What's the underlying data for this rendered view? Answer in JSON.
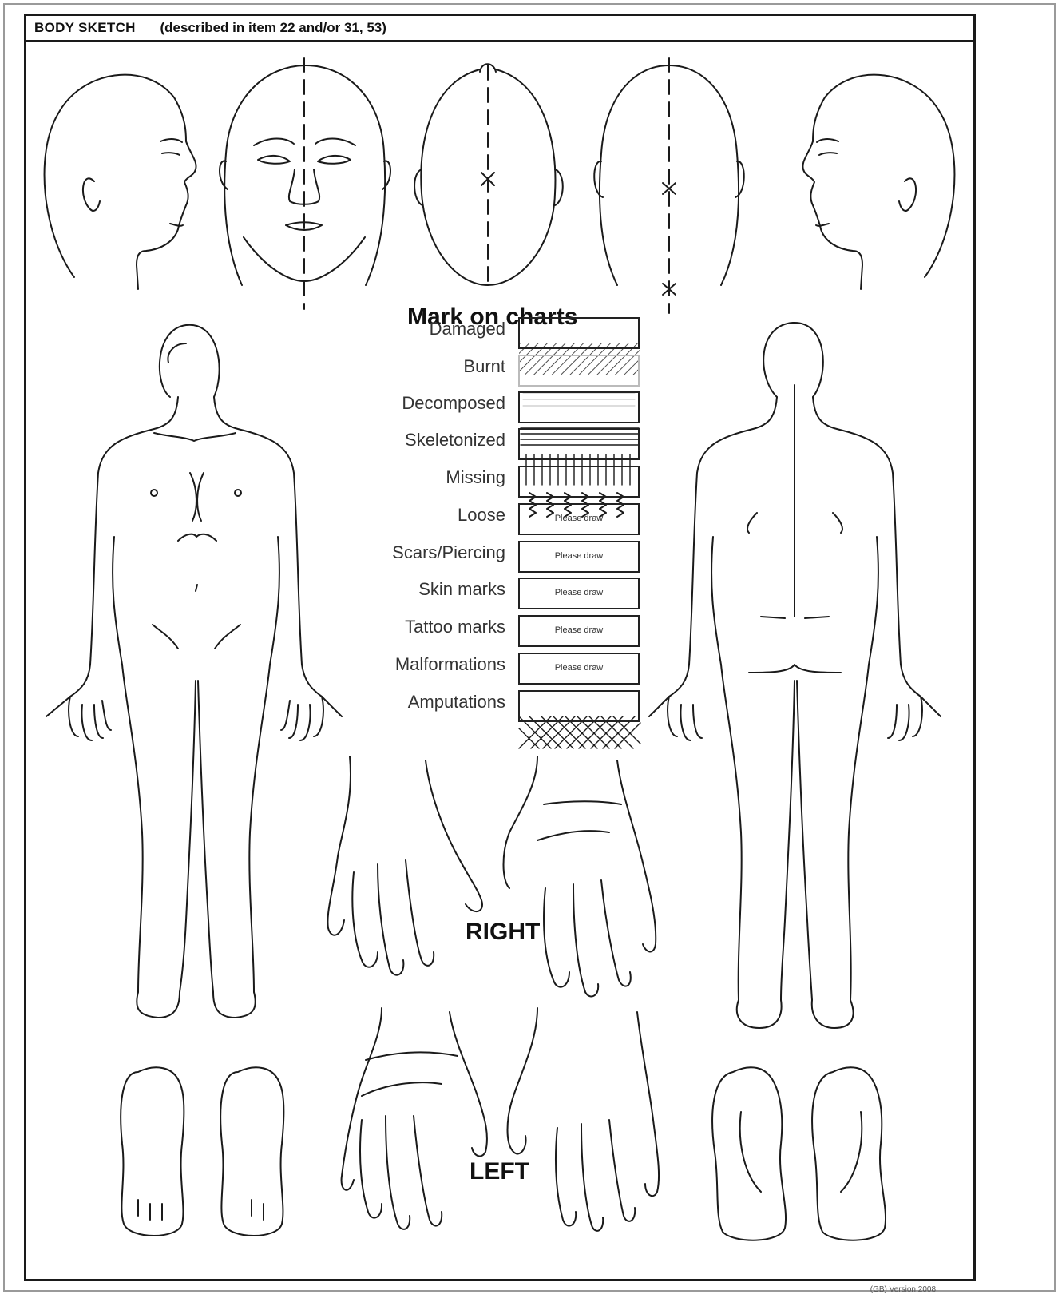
{
  "header": {
    "title": "BODY SKETCH",
    "subtitle": "(described in item 22 and/or 31, 53)"
  },
  "legend": {
    "title": "Mark on charts",
    "items": [
      {
        "label": "Damaged",
        "pattern": "diagonal-hatch"
      },
      {
        "label": "Burnt",
        "pattern": "light-stipple"
      },
      {
        "label": "Decomposed",
        "pattern": "horizontal-lines"
      },
      {
        "label": "Skeletonized",
        "pattern": "vertical-lines"
      },
      {
        "label": "Missing",
        "pattern": "zigzag"
      },
      {
        "label": "Loose",
        "pattern": "blank",
        "note": "Please draw"
      },
      {
        "label": "Scars/Piercing",
        "pattern": "blank",
        "note": "Please draw"
      },
      {
        "label": "Skin marks",
        "pattern": "blank",
        "note": "Please draw"
      },
      {
        "label": "Tattoo marks",
        "pattern": "blank",
        "note": "Please draw"
      },
      {
        "label": "Malformations",
        "pattern": "blank",
        "note": "Please draw"
      },
      {
        "label": "Amputations",
        "pattern": "crosshatch"
      }
    ]
  },
  "hands": {
    "right_label": "RIGHT",
    "left_label": "LEFT"
  },
  "footer": {
    "version": "(GB) Version 2008"
  },
  "colors": {
    "line": "#1a1a1a",
    "frame": "#9a9a9a"
  }
}
